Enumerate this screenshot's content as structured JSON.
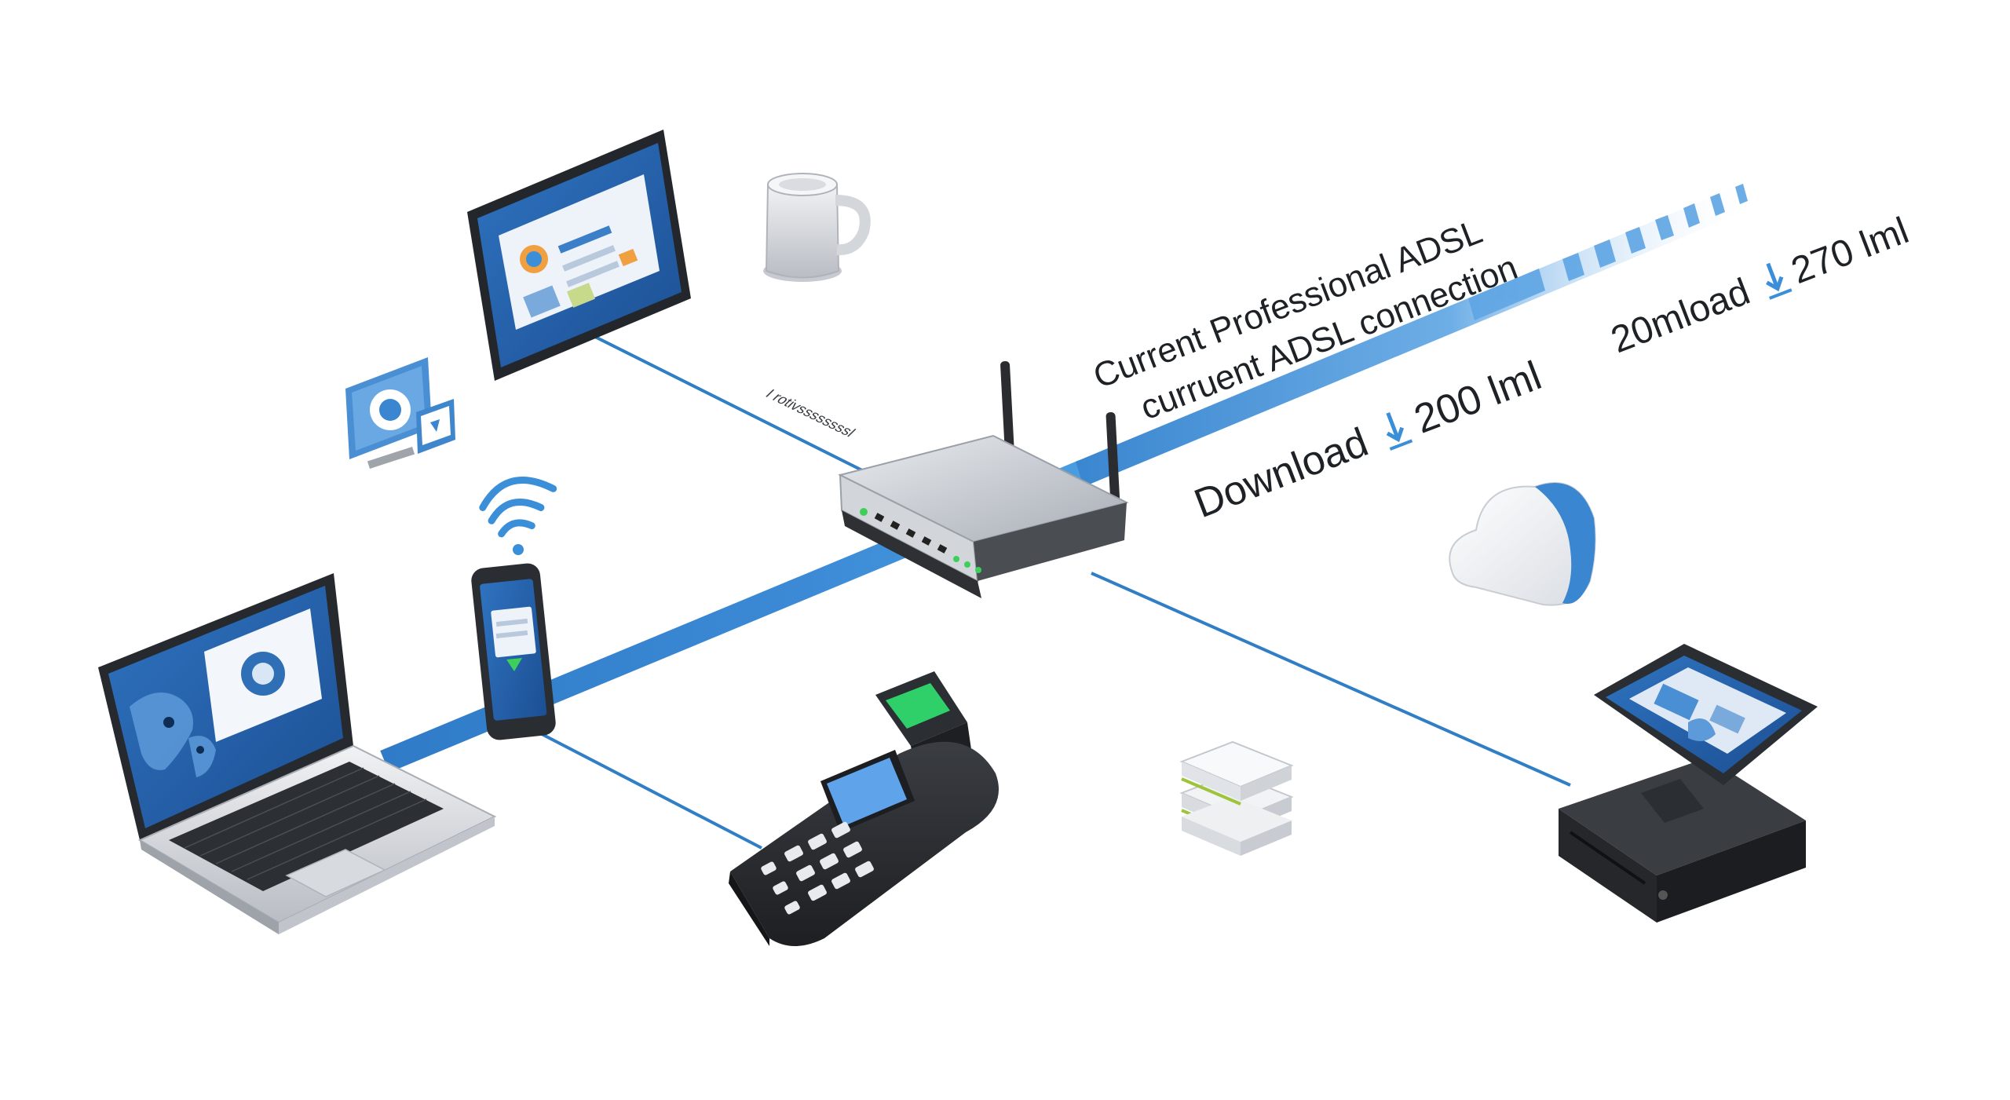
{
  "labels": {
    "heading_line1": "Current Professional ADSL",
    "heading_line2": "curruent ADSL connection",
    "download_left_prefix": "Download",
    "download_left_value": "200 lml",
    "download_right_prefix": "20mload",
    "download_right_value": "270 lml",
    "router_label": "I rotivssssssssl"
  },
  "colors": {
    "line_blue": "#3a86d0",
    "thin_line": "#2f7ec6",
    "accent_blue": "#4a9de0",
    "text_dark": "#1e2226"
  },
  "icons": {
    "router": "router-icon",
    "laptop": "laptop-icon",
    "tablet": "tablet-icon",
    "phone": "smartphone-icon",
    "wifi": "wifi-icon",
    "pos_terminal": "card-terminal-icon",
    "register": "pos-register-icon",
    "cloud": "cloud-icon",
    "server": "server-stack-icon",
    "mug": "mug-icon",
    "monitor": "monitor-icon",
    "arrow": "down-arrow-icon"
  }
}
